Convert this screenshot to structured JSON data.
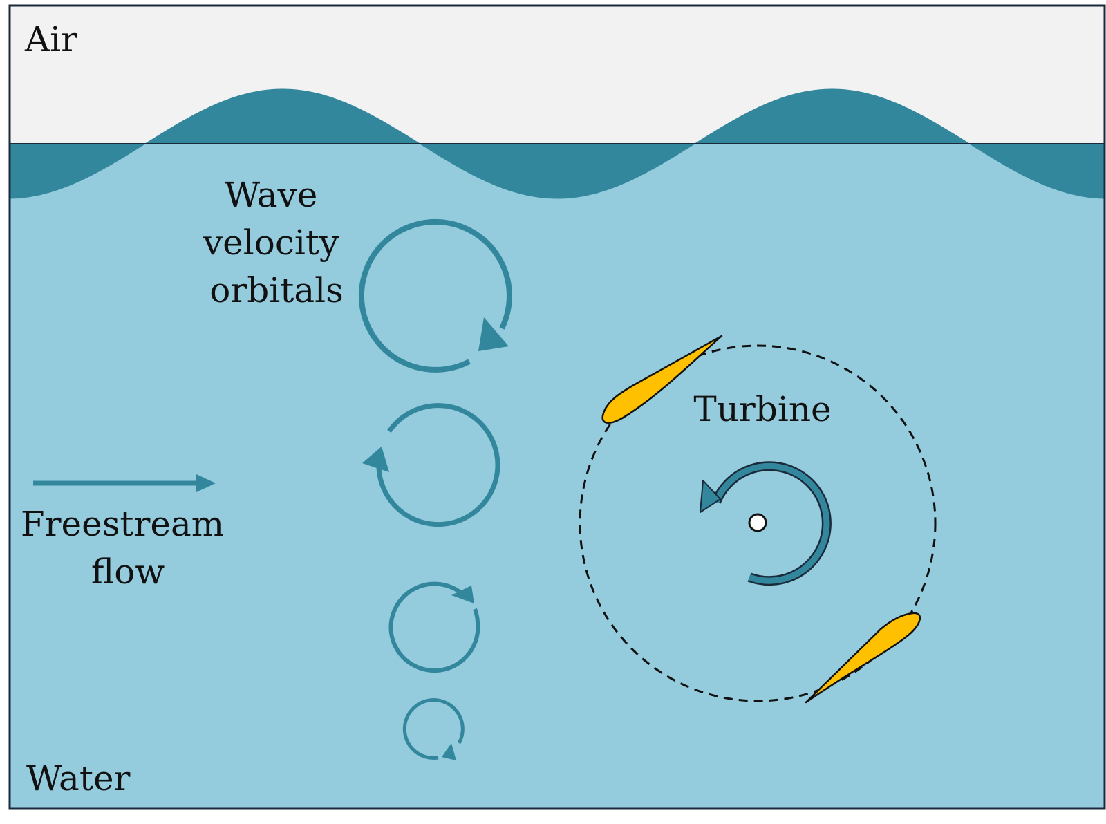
{
  "labels": {
    "air": "Air",
    "water": "Water",
    "wave_orbitals": [
      "Wave",
      "velocity",
      "orbitals"
    ],
    "freestream": [
      "Freestream",
      "flow"
    ],
    "turbine": "Turbine"
  },
  "colors": {
    "air": "#f2f2f2",
    "water": "#94cbdd",
    "wave": "#33879d",
    "arrow": "#33879d",
    "blade": "#ffc000",
    "outline": "#1b2a3a"
  }
}
